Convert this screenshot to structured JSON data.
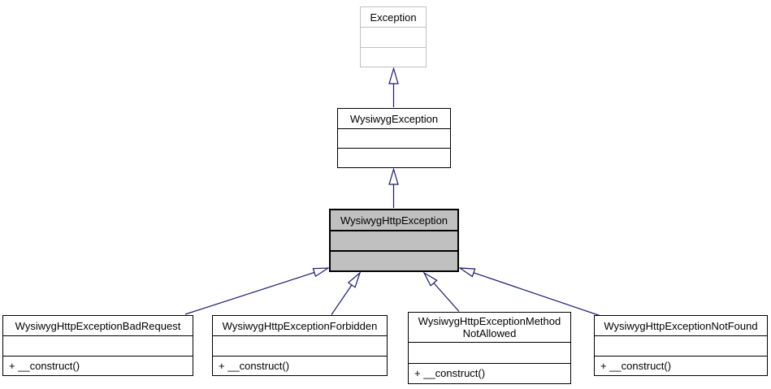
{
  "diagram": {
    "kind": "uml-inheritance-graph",
    "colors": {
      "arrow": "#191970",
      "selected_fill": "#c0c0c0",
      "external_border": "#c0c0c0",
      "node_border": "#000000",
      "background": "#ffffff"
    },
    "nodes": {
      "exception": {
        "title": "Exception"
      },
      "wysiwyg_exception": {
        "title": "WysiwygException"
      },
      "wysiwyg_http_exception": {
        "title": "WysiwygHttpException"
      },
      "bad_request": {
        "title": "WysiwygHttpExceptionBadRequest",
        "method": "+ __construct()"
      },
      "forbidden": {
        "title": "WysiwygHttpExceptionForbidden",
        "method": "+ __construct()"
      },
      "method_not_allowed": {
        "title": "WysiwygHttpExceptionMethod\nNotAllowed",
        "method": "+ __construct()"
      },
      "not_found": {
        "title": "WysiwygHttpExceptionNotFound",
        "method": "+ __construct()"
      }
    }
  }
}
